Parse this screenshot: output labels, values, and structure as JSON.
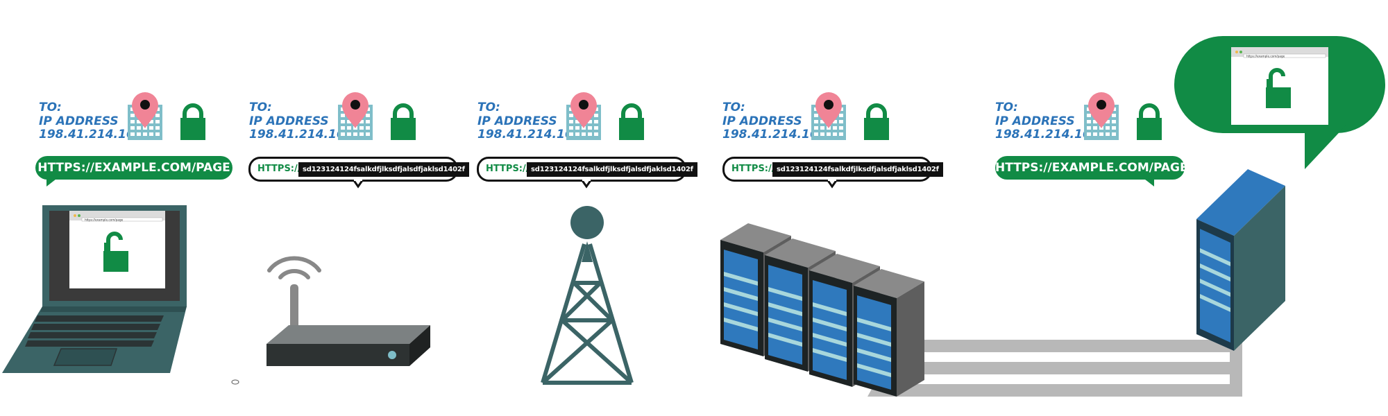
{
  "hops": [
    {
      "to": "TO:",
      "ip_label": "IP ADDRESS",
      "ip": "198.41.214.162"
    },
    {
      "to": "TO:",
      "ip_label": "IP ADDRESS",
      "ip": "198.41.214.162"
    },
    {
      "to": "TO:",
      "ip_label": "IP ADDRESS",
      "ip": "198.41.214.162"
    },
    {
      "to": "TO:",
      "ip_label": "IP ADDRESS",
      "ip": "198.41.214.162"
    },
    {
      "to": "TO:",
      "ip_label": "IP ADDRESS",
      "ip": "198.41.214.162"
    }
  ],
  "url_plain": "HTTPS://EXAMPLE.COM/PAGE",
  "url_scheme": "HTTPS://",
  "url_encrypted": "sd123124124fsalkdfjlksdfjalsdfjaklsd1402f",
  "browser_url": "https://example.com/page",
  "colors": {
    "ip_text": "#2b73b8",
    "https_green": "#118b45",
    "pin_pink": "#f08496",
    "building": "#7fbec9",
    "device_teal": "#3b6466",
    "server_blue": "#2f79bd"
  },
  "icons": [
    "location-pin-icon",
    "building-icon",
    "padlock-icon",
    "open-padlock-icon",
    "wifi-icon"
  ]
}
